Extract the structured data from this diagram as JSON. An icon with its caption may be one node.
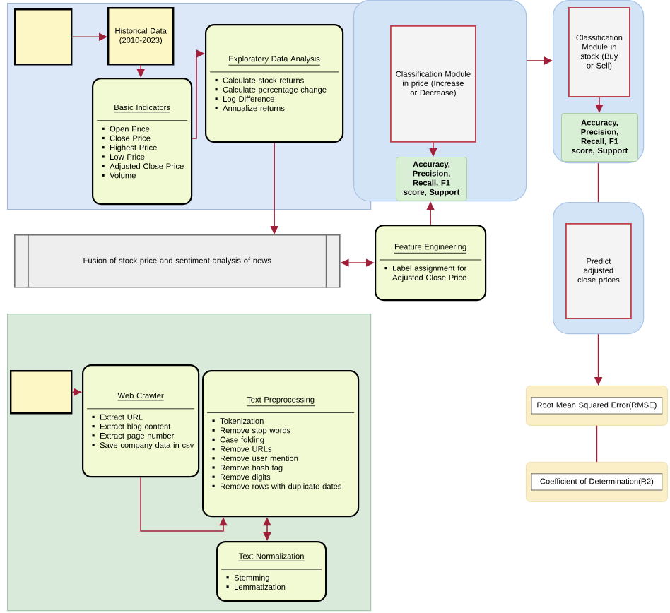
{
  "diagram": {
    "nodes": [
      {
        "text": [],
        "shape": "box"
      },
      {
        "text": [],
        "shape": "box",
        "in": 0
      },
      {
        "text": [
          "Historical Data (2010-2023)"
        ],
        "in": 0
      },
      {
        "text": [
          "Basic Indicators",
          "Open Price",
          "Close Price",
          "Highest Price",
          "Low Price",
          "Adjusted Close Price",
          "Volume"
        ],
        "in": 0
      },
      {
        "text": [
          "Exploratory Data Analysis",
          "Calculate stock returns",
          "Calculate percentage change",
          "Log Difference",
          "Annualize returns"
        ],
        "in": 0
      },
      {
        "text": [],
        "shape": "box"
      },
      {
        "text": [
          "Classification Module in price (Increase or Decrease)"
        ],
        "in": 5
      },
      {
        "text": [
          "Accuracy, Precision, Recall, F1 score, Support"
        ],
        "in": 5
      },
      {
        "text": [],
        "shape": "box"
      },
      {
        "text": [
          "Classification Module in stock (Buy or Sell)"
        ],
        "in": 8
      },
      {
        "text": [
          "Accuracy, Precision, Recall, F1 score, Support"
        ],
        "in": 8
      },
      {
        "text": [],
        "shape": "box"
      },
      {
        "text": [
          "Predict adjusted close prices"
        ],
        "in": 11
      },
      {
        "text": [
          "Fusion of stock price and sentiment analysis of news"
        ]
      },
      {
        "text": [
          "Feature Engineering",
          "Label assignment for Adjusted Close Price"
        ]
      },
      {
        "text": [],
        "shape": "box"
      },
      {
        "text": [],
        "shape": "box",
        "in": 15
      },
      {
        "text": [
          "Web Crawler",
          "Extract URL",
          "Extract blog content",
          "Extract page number",
          "Save company data in csv"
        ],
        "in": 15
      },
      {
        "text": [
          "Text Preprocessing",
          "Tokenization",
          "Remove stop words",
          "Case folding",
          "Remove URLs",
          "Remove user mention",
          "Remove hash tag",
          "Remove digits",
          "Remove rows with duplicate dates"
        ],
        "in": 15
      },
      {
        "text": [
          "Text Normalization",
          "Stemming",
          "Lemmatization"
        ],
        "in": 15
      },
      {
        "text": [
          "Root Mean Squared Error(RMSE)"
        ]
      },
      {
        "text": [
          "Coefficient of Determination(R2)"
        ]
      }
    ],
    "edges": [
      {
        "from": 1,
        "to": 2,
        "arrow": "to"
      },
      {
        "from": 2,
        "to": 3,
        "arrow": "to"
      },
      {
        "from": 3,
        "to": 4,
        "arrow": "to"
      },
      {
        "from": 4,
        "to": 13,
        "arrow": "to"
      },
      {
        "from": 13,
        "to": 14,
        "arrow": "both"
      },
      {
        "from": 14,
        "to": 5,
        "arrow": "to"
      },
      {
        "from": 6,
        "to": 7,
        "arrow": "to"
      },
      {
        "from": 5,
        "to": 8,
        "arrow": "to"
      },
      {
        "from": 9,
        "to": 10,
        "arrow": "to"
      },
      {
        "from": 8,
        "to": 11,
        "arrow": "none"
      },
      {
        "from": 11,
        "to": 20,
        "arrow": "to"
      },
      {
        "from": 20,
        "to": 21,
        "arrow": "none"
      },
      {
        "from": 16,
        "to": 17,
        "arrow": "to"
      },
      {
        "from": 17,
        "to": 18,
        "arrow": "to"
      },
      {
        "from": 18,
        "to": 19,
        "arrow": "both"
      }
    ]
  }
}
